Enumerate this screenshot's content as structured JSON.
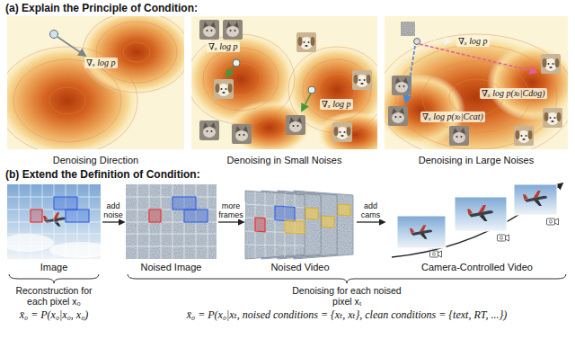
{
  "diagram": {
    "nodes": [
      {
        "text": [
          "Denoising Direction"
        ]
      },
      {
        "text": [
          "Denoising in Small Noises"
        ]
      },
      {
        "text": [
          "Denoising in Large Noises"
        ]
      },
      {
        "text": [
          "Image"
        ]
      },
      {
        "text": [
          "Noised Image"
        ]
      },
      {
        "text": [
          "Noised Video"
        ]
      },
      {
        "text": [
          "Camera-Controlled Video"
        ]
      }
    ],
    "edges": [
      {
        "from": 3,
        "to": 4,
        "label": "add noise",
        "arrow": "to"
      },
      {
        "from": 4,
        "to": 5,
        "label": "more frames",
        "arrow": "to"
      },
      {
        "from": 5,
        "to": 6,
        "label": "add cams",
        "arrow": "to"
      }
    ],
    "labels": [
      "(a) Explain the Principle of Condition:",
      "∇ₓ log p",
      "∇ₓ log p",
      "∇ₓ log p",
      "∇ₓ log p",
      "∇ₓ log p(xₜ|Cdog)",
      "∇ₓ log p(xₜ|Ccat)",
      "(b) Extend the Definition of Condition:",
      "Reconstruction for each pixel x₀",
      "x̄₀ = P(x₀|x₀, x₀)",
      "Denoising for each noised pixel xₜ",
      "x̄₀ = P(x₀|xₜ, noised conditions = {xₜ, xₜ}, clean conditions = {text, RT, ...})"
    ]
  }
}
